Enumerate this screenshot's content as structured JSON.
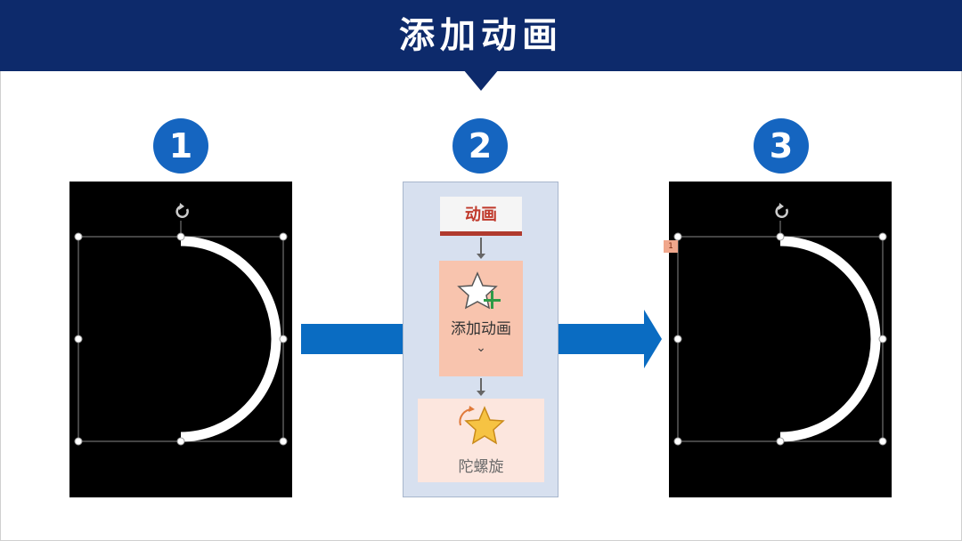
{
  "header": {
    "title": "添加动画"
  },
  "steps": [
    {
      "number": "1"
    },
    {
      "number": "2"
    },
    {
      "number": "3"
    }
  ],
  "ribbon": {
    "tab_label": "动画",
    "add_animation_label": "添加动画",
    "dropdown_caret": "⌄",
    "effect_label": "陀螺旋"
  },
  "slide_after": {
    "animation_order_tag": "1"
  },
  "icons": {
    "rotate": "rotate-handle-icon",
    "add_star": "star-plus-icon",
    "spin_star": "spinning-star-icon"
  },
  "colors": {
    "header_bg": "#0d2a6b",
    "step_badge": "#1565c0",
    "arrow": "#0a6cc2",
    "tab_text": "#c0392b",
    "add_button_bg": "#f8c4ae",
    "effect_bg": "#fce6de",
    "star_fill": "#f6c343"
  }
}
